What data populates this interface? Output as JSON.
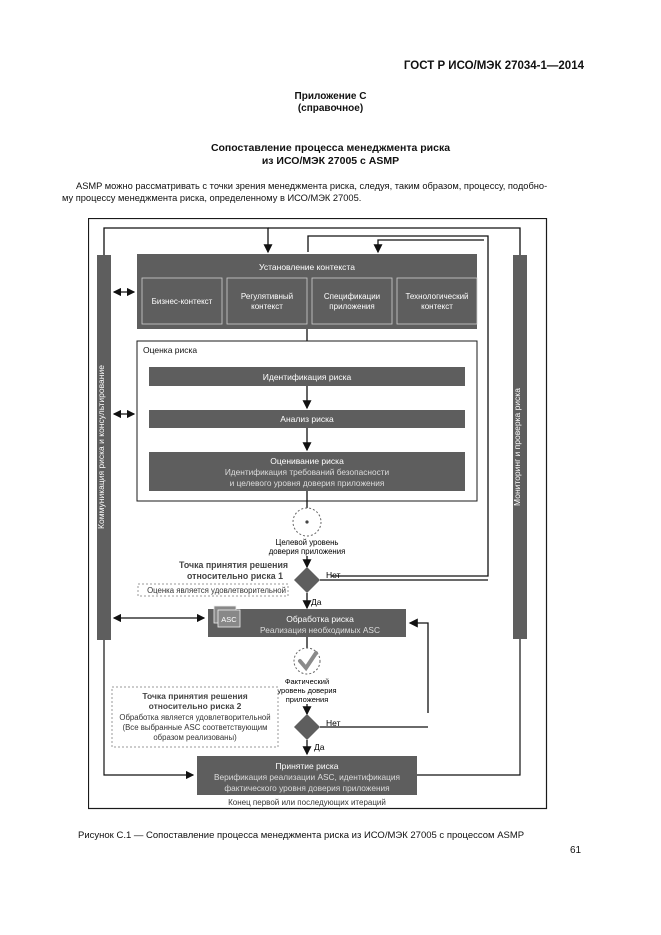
{
  "header": {
    "doc_code": "ГОСТ Р ИСО/МЭК 27034-1—2014"
  },
  "appendix": {
    "title": "Приложение С",
    "note": "(справочное)"
  },
  "section": {
    "title_line1": "Сопоставление процесса менеджмента риска",
    "title_line2": "из ИСО/МЭК 27005 с ASMP"
  },
  "intro": {
    "line1": "ASMP можно рассматривать с точки зрения менеджмента риска, следуя, таким образом, процессу, подобно-",
    "line2": "му процессу менеджмента риска, определенному в ИСО/МЭК 27005."
  },
  "diagram": {
    "left_bar": "Коммуникация риска и консультирование",
    "right_bar": "Мониторинг и проверка риска",
    "context": {
      "title": "Установление контекста",
      "boxes": [
        [
          "Бизнес-контекст"
        ],
        [
          "Регулятивный",
          "контекст"
        ],
        [
          "Спецификации",
          "приложения"
        ],
        [
          "Технологический",
          "контекст"
        ]
      ]
    },
    "assessment": {
      "label": "Оценка риска",
      "identification": "Идентификация риска",
      "analysis": "Анализ риска",
      "evaluation_title": "Оценивание риска",
      "evaluation_line1": "Идентификация требований безопасности",
      "evaluation_line2": "и целевого уровня доверия приложения"
    },
    "target_level": {
      "line1": "Целевой уровень",
      "line2": "доверия приложения"
    },
    "decision1": {
      "line1": "Точка принятия решения",
      "line2": "относительно риска 1",
      "line3": "Оценка является удовлетворительной"
    },
    "no_label": "Нет",
    "yes_label": "Да",
    "treatment": {
      "badge": "ASC",
      "title": "Обработка риска",
      "subtitle": "Реализация необходимых ASC"
    },
    "actual_level": {
      "line1": "Фактический",
      "line2": "уровень доверия",
      "line3": "приложения"
    },
    "decision2": {
      "line1": "Точка принятия решения",
      "line2": "относительно риска 2",
      "line3": "Обработка является удовлетворительной",
      "line4": "(Все выбранные ASC соответствующим",
      "line5": "образом реализованы)"
    },
    "acceptance": {
      "title": "Принятие риска",
      "line1": "Верификация реализации ASC, идентификация",
      "line2": "фактического уровня доверия приложения"
    },
    "end_label": "Конец первой или последующих итераций",
    "colors": {
      "box": "#5e5e5e",
      "frame": "#1a1a1a",
      "check": "#8a8a8a"
    }
  },
  "caption": "Рисунок С.1 — Сопоставление процесса менеджмента риска из ИСО/МЭК 27005 с процессом ASMP",
  "page_number": "61"
}
